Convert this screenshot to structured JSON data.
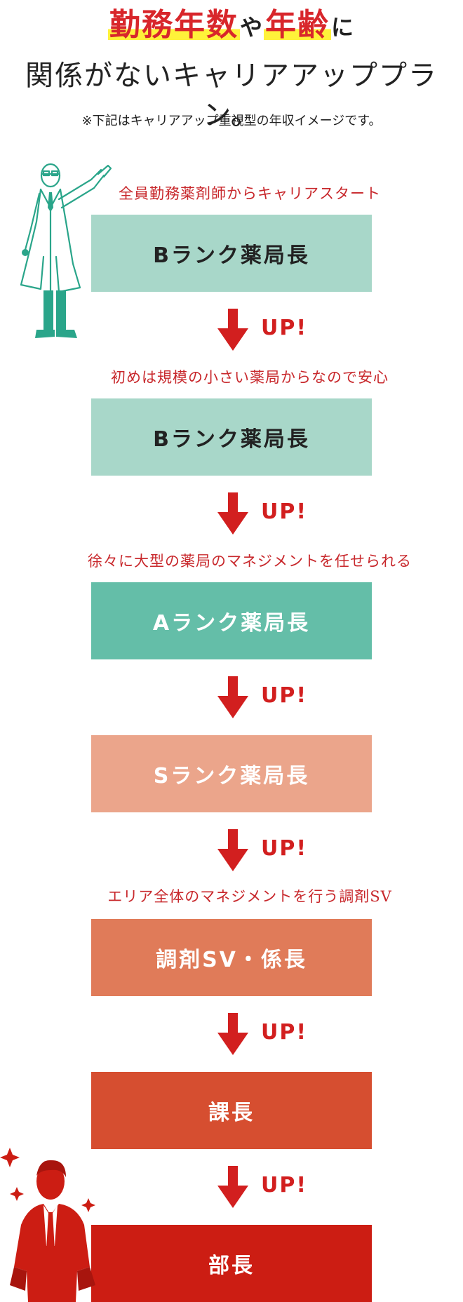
{
  "headline": {
    "part1": "勤務年数",
    "conn1": "や",
    "part2": "年齢",
    "conn2": "に",
    "line2": "関係がないキャリアアッププラン。"
  },
  "note": "※下記はキャリアアップ重視型の年収イメージです。",
  "up_label": "UP!",
  "steps": [
    {
      "caption": "全員勤務薬剤師からキャリアスタート",
      "label": "Bランク薬局長",
      "bg": "#a8d7c9",
      "fg": "#222222"
    },
    {
      "caption": "初めは規模の小さい薬局からなので安心",
      "label": "Bランク薬局長",
      "bg": "#a8d7c9",
      "fg": "#222222"
    },
    {
      "caption": "徐々に大型の薬局のマネジメントを任せられる",
      "label": "Aランク薬局長",
      "bg": "#64bea8",
      "fg": "#ffffff"
    },
    {
      "caption": "",
      "label": "Sランク薬局長",
      "bg": "#eba58b",
      "fg": "#ffffff"
    },
    {
      "caption": "エリア全体のマネジメントを行う調剤SV",
      "label": "調剤SV・係長",
      "bg": "#e07b59",
      "fg": "#ffffff"
    },
    {
      "caption": "",
      "label": "課長",
      "bg": "#d64e30",
      "fg": "#ffffff"
    },
    {
      "caption": "",
      "label": "部長",
      "bg": "#cc1d13",
      "fg": "#ffffff"
    }
  ],
  "colors": {
    "arrow": "#d21f1f",
    "caption": "#c8282c",
    "highlight": "#fff23a",
    "accent": "#d8262b",
    "figure_teal": "#2aa58a"
  }
}
